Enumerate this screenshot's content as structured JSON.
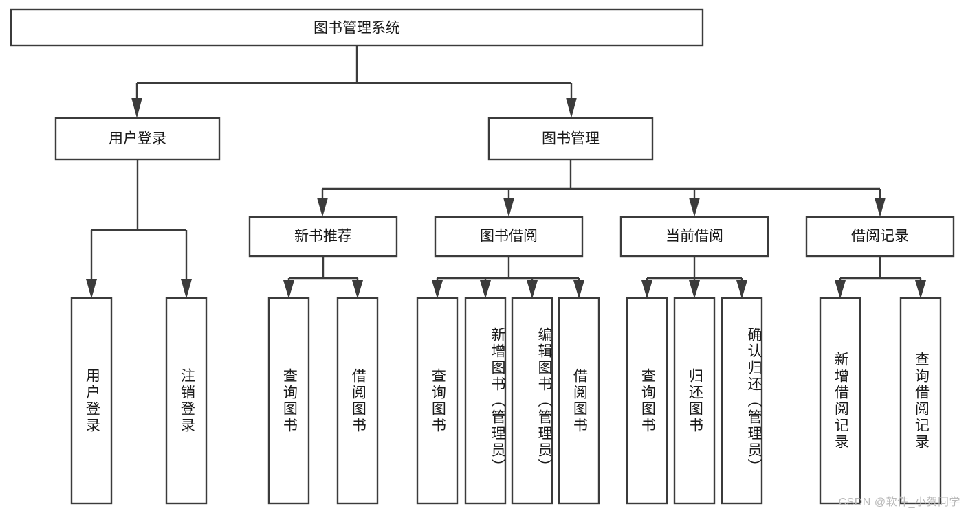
{
  "diagram": {
    "title": "图书管理系统",
    "watermark": "CSDN @软件_小贺同学",
    "colors": {
      "stroke": "#3b3b3b",
      "text": "#1a1a1a",
      "background": "#ffffff",
      "watermark": "#b9b9b9"
    },
    "root": {
      "label": "图书管理系统"
    },
    "level2": [
      {
        "label": "用户登录"
      },
      {
        "label": "图书管理"
      }
    ],
    "level3": [
      {
        "label": "新书推荐"
      },
      {
        "label": "图书借阅"
      },
      {
        "label": "当前借阅"
      },
      {
        "label": "借阅记录"
      }
    ],
    "leaves": {
      "user_login": [
        {
          "label": "用户登录"
        },
        {
          "label": "注销登录"
        }
      ],
      "new_book_recommend": [
        {
          "label": "查询图书"
        },
        {
          "label": "借阅图书"
        }
      ],
      "book_borrow": [
        {
          "label": "查询图书"
        },
        {
          "label": "新增图书（管理员）"
        },
        {
          "label": "编辑图书（管理员）"
        },
        {
          "label": "借阅图书"
        }
      ],
      "current_borrow": [
        {
          "label": "查询图书"
        },
        {
          "label": "归还图书"
        },
        {
          "label": "确认归还（管理员）"
        }
      ],
      "borrow_records": [
        {
          "label": "新增借阅记录"
        },
        {
          "label": "查询借阅记录"
        }
      ]
    }
  }
}
